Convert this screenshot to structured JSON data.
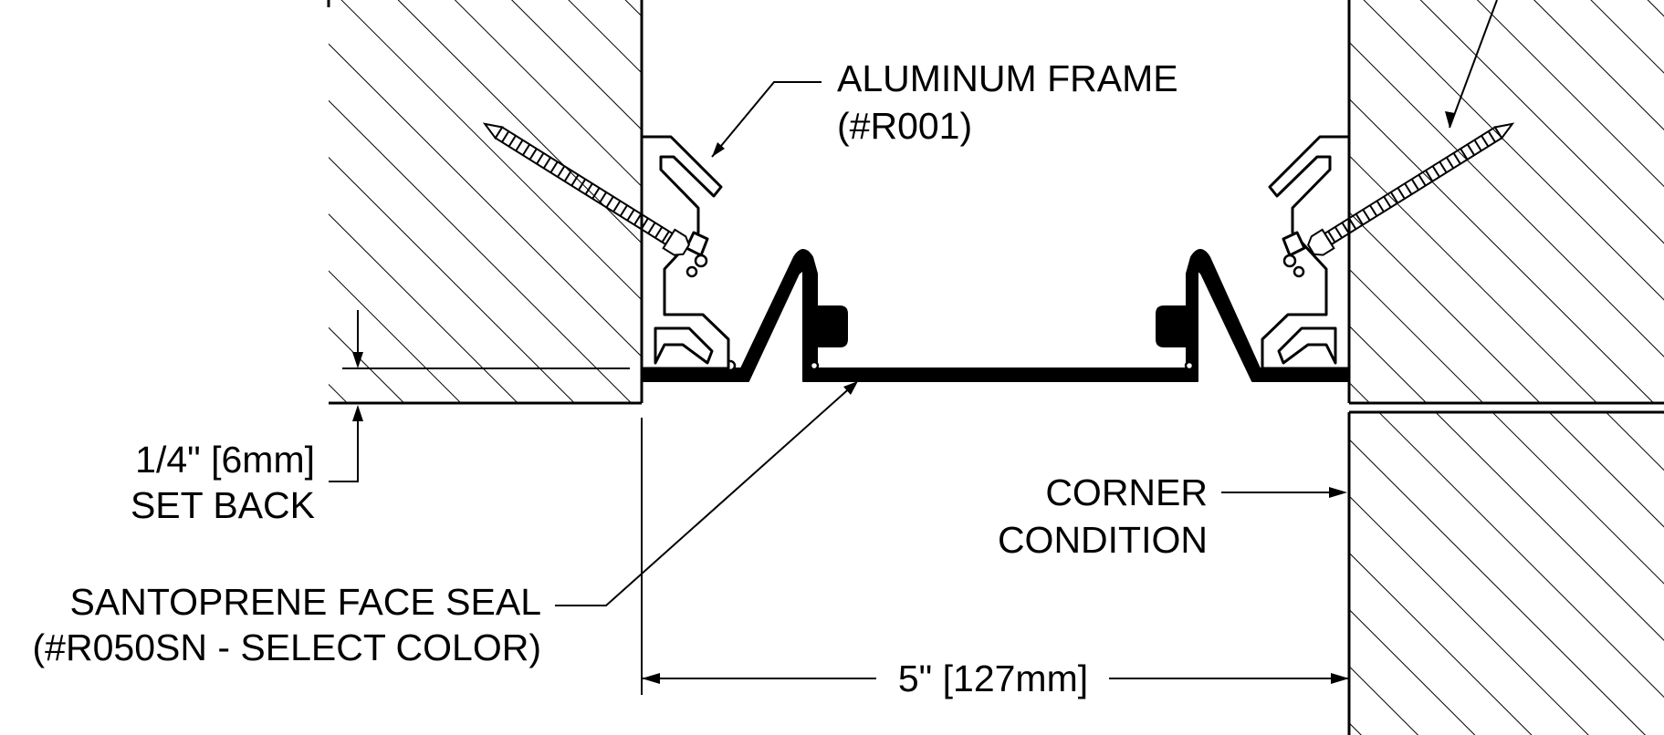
{
  "labels": {
    "frame_line1": "ALUMINUM FRAME",
    "frame_line2": "(#R001)",
    "setback_line1": "1/4\" [6mm]",
    "setback_line2": "SET BACK",
    "corner_line1": "CORNER",
    "corner_line2": "CONDITION",
    "seal_line1": "SANTOPRENE FACE SEAL",
    "seal_line2": "(#R050SN - SELECT COLOR)",
    "width_dim": "5\" [127mm]"
  },
  "colors": {
    "ink": "#000000",
    "paper": "#ffffff"
  }
}
